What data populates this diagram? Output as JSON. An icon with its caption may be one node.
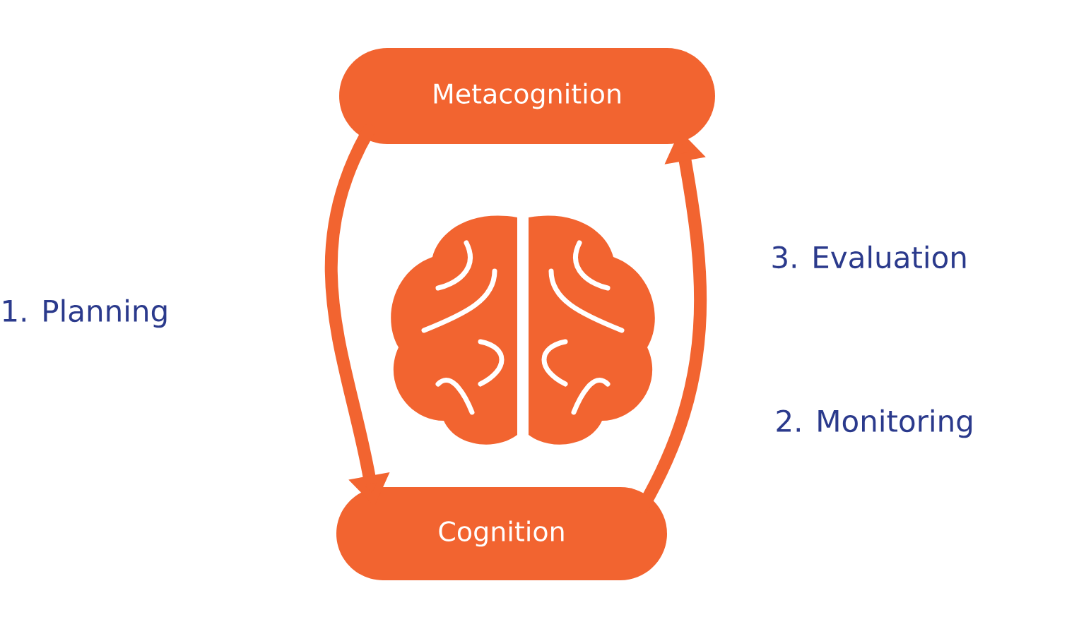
{
  "diagram": {
    "nodes": [
      {
        "text": [
          "Metacognition"
        ]
      },
      {
        "text": [
          "Cognition"
        ]
      }
    ],
    "edges": [
      {
        "from": 0,
        "to": 1,
        "arrow": "to"
      },
      {
        "from": 1,
        "to": 0,
        "arrow": "to"
      }
    ],
    "labels": [
      "3. Evaluation",
      "1. Planning",
      "2. Monitoring"
    ]
  }
}
